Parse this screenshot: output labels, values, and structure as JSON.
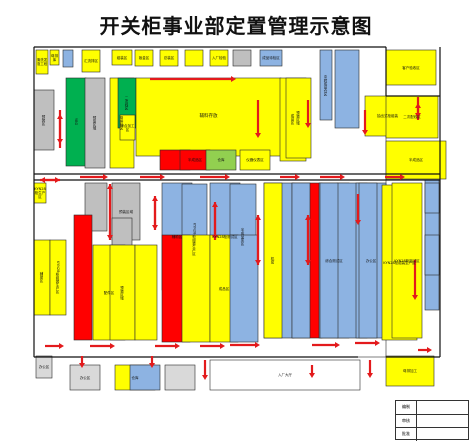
{
  "title": "开关柜事业部定置管理示意图",
  "zones": [
    {
      "label": "",
      "color": "#ffffff"
    },
    {
      "label": "清洗发泡工段",
      "color": "#ffff00"
    },
    {
      "label": "母排库",
      "color": "#ffff00"
    },
    {
      "label": "",
      "color": "#8db3e2"
    },
    {
      "label": "汇流排区",
      "color": "#ffff00"
    },
    {
      "label": "组装区",
      "color": "#ffff00"
    },
    {
      "label": "钣金区",
      "color": "#ffff00"
    },
    {
      "label": "总装区",
      "color": "#ffff00"
    },
    {
      "label": "",
      "color": "#ffff00"
    },
    {
      "label": "入厂检验",
      "color": "#ffff00"
    },
    {
      "label": "",
      "color": "#bfbfbf"
    },
    {
      "label": "成品待检区",
      "color": "#8db3e2"
    },
    {
      "label": "中转成品仓区",
      "color": "#8db3e2"
    },
    {
      "label": "",
      "color": "#8db3e2"
    },
    {
      "label": "客户验收区",
      "color": "#ffff00"
    },
    {
      "label": "YBG",
      "color": "#00b050"
    },
    {
      "label": "预留区域",
      "color": "#bfbfbf"
    },
    {
      "label": "母排料区",
      "color": "#ffff00"
    },
    {
      "label": "二次线区",
      "color": "#00b050"
    },
    {
      "label": "综合加工区",
      "color": "#ffff00"
    },
    {
      "label": "辅料存放",
      "color": "#ffff00"
    },
    {
      "label": "",
      "color": "#ff0000"
    },
    {
      "label": "半成品区",
      "color": "#ff0000"
    },
    {
      "label": "仓库",
      "color": "#92d050"
    },
    {
      "label": "仪器仪表区",
      "color": "#ffff00"
    },
    {
      "label": "抽出式柜组装",
      "color": "#ffff00"
    },
    {
      "label": "二次配线区",
      "color": "#ffff00"
    },
    {
      "label": "成品区",
      "color": "#ffff00"
    },
    {
      "label": "预装区域",
      "color": "#ffff00"
    },
    {
      "label": "半成品区",
      "color": "#ffff00"
    },
    {
      "label": "预装区",
      "color": "#bfbfbf"
    },
    {
      "label": "",
      "color": "#bfbfbf"
    },
    {
      "label": "预装区域",
      "color": "#bfbfbf"
    },
    {
      "label": "",
      "color": "#bfbfbf"
    },
    {
      "label": "辅助区",
      "color": "#8db3e2"
    },
    {
      "label": "KYN28柜组装生产区",
      "color": "#8db3e2"
    },
    {
      "label": "KYN28柜测试区",
      "color": "#8db3e2"
    },
    {
      "label": "半成品库区",
      "color": "#8db3e2"
    },
    {
      "label": "",
      "color": "#8db3e2"
    },
    {
      "label": "",
      "color": "#ff0000"
    },
    {
      "label": "综合测试区",
      "color": "#8db3e2"
    },
    {
      "label": "",
      "color": "#8db3e2"
    },
    {
      "label": "办公区",
      "color": "#8db3e2"
    },
    {
      "label": "KYN28柜组装生产区",
      "color": "#ffff00"
    },
    {
      "label": "KYN28柜测试区",
      "color": "#ffff00"
    },
    {
      "label": "",
      "color": "#8db3e2"
    },
    {
      "label": "KYN28柜生产区",
      "color": "#ffff00"
    },
    {
      "label": "辅助区",
      "color": "#ffff00"
    },
    {
      "label": "KYN28柜组装生产区",
      "color": "#ffff00"
    },
    {
      "label": "",
      "color": "#ff0000"
    },
    {
      "label": "配件区",
      "color": "#ffff00"
    },
    {
      "label": "预装区域",
      "color": "#ffff00"
    },
    {
      "label": "",
      "color": "#ffff00"
    },
    {
      "label": "",
      "color": "#ff0000"
    },
    {
      "label": "",
      "color": "#ffff00"
    },
    {
      "label": "成品区",
      "color": "#ffff00"
    },
    {
      "label": "",
      "color": "#8db3e2"
    },
    {
      "label": "机房",
      "color": "#ffff00"
    },
    {
      "label": "",
      "color": "#8db3e2"
    },
    {
      "label": "",
      "color": "#8db3e2"
    },
    {
      "label": "",
      "color": "#8db3e2"
    },
    {
      "label": "办公区",
      "color": "#d9d9d9"
    },
    {
      "label": "办公区",
      "color": "#d9d9d9"
    },
    {
      "label": "",
      "color": "#d9d9d9"
    },
    {
      "label": "入厂大厅",
      "color": "#ffffff"
    },
    {
      "label": "母排加工",
      "color": "#ffff00"
    },
    {
      "label": "仓库",
      "color": "#ffff00"
    },
    {
      "label": "",
      "color": "#8db3e2"
    },
    {
      "label": "",
      "color": "#8db3e2"
    },
    {
      "label": "",
      "color": "#8db3e2"
    }
  ],
  "arrow_color": "#e31a1c",
  "signoff": [
    {
      "label": "编制"
    },
    {
      "label": "审核"
    },
    {
      "label": "批准"
    }
  ]
}
